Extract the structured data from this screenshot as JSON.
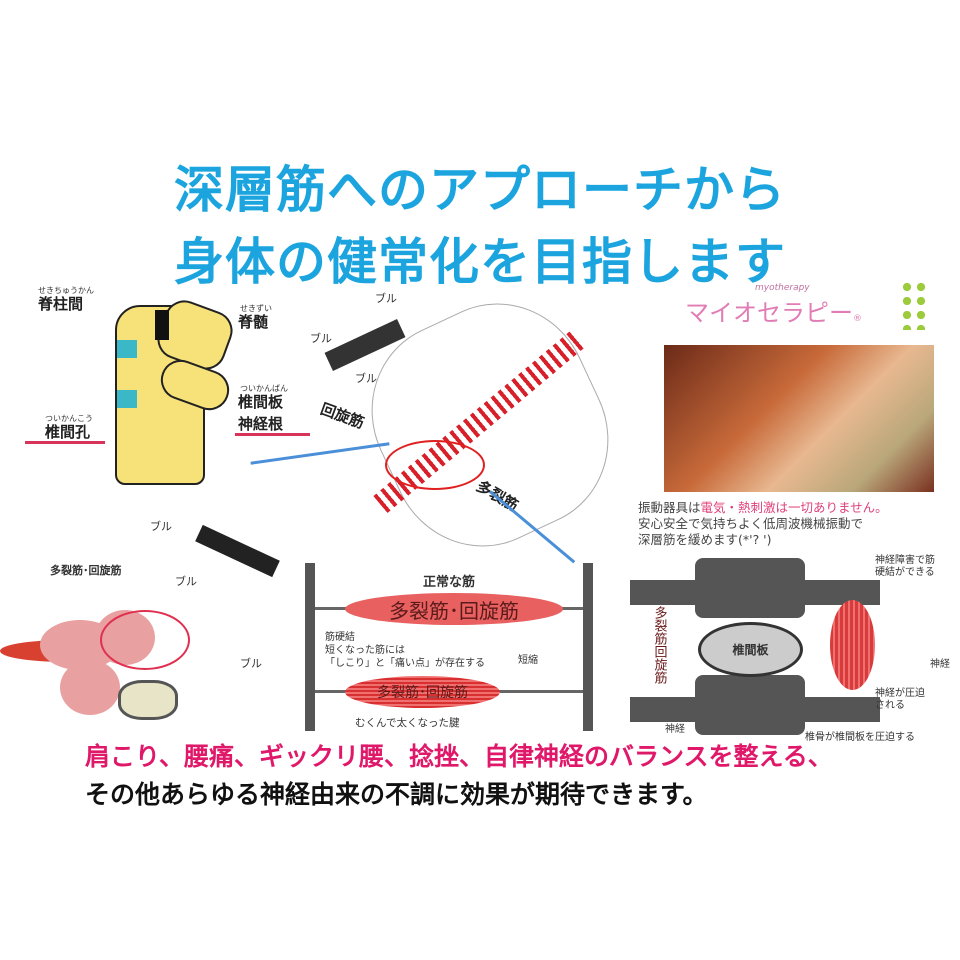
{
  "headline": {
    "line1": "深層筋へのアプローチから",
    "line2": "身体の健常化を目指します"
  },
  "spine": {
    "labels": [
      {
        "ruby": "せきちゅうかん",
        "text": "脊柱間"
      },
      {
        "ruby": "せきずい",
        "text": "脊髄"
      },
      {
        "ruby": "ついかんばん",
        "text": "椎間板"
      },
      {
        "ruby": "ついかんこう",
        "text": "椎間孔"
      },
      {
        "ruby": "",
        "text": "神経根"
      }
    ]
  },
  "center": {
    "vibration": "ブル",
    "rotator": "回旋筋",
    "multifidus": "多裂筋"
  },
  "brand": {
    "sub": "myotherapy",
    "name": "マイオセラピー",
    "mark": "®"
  },
  "notice": {
    "line1_a": "振動器具は",
    "line1_b": "電気・熱刺激は一切ありません。",
    "line2": "安心安全で気持ちよく低周波機械振動で",
    "line3": "深層筋を緩めます(*'? ')"
  },
  "lower_left": {
    "label": "多裂筋･回旋筋",
    "vibration": "ブル"
  },
  "muscle_diagram": {
    "title": "正常な筋",
    "normal": "多裂筋･回旋筋",
    "shortened": "多裂筋･回旋筋",
    "note1": "筋硬結",
    "note2": "短くなった筋には",
    "note3": "「しこり」と「痛い点」が存在する",
    "shortening": "短縮",
    "tendon": "むくんで太くなった腱"
  },
  "disc_diagram": {
    "disc": "椎間板",
    "muscle": "多裂筋回旋筋",
    "knot": "神経障害で筋硬結ができる",
    "nerve_right": "神経",
    "compressed": "神経が圧迫される",
    "nerve_left": "神経",
    "vertebra": "椎骨が椎間板を圧迫する"
  },
  "footer": {
    "line1": "肩こり、腰痛、ギックリ腰、捻挫、自律神経のバランスを整える、",
    "line2": "その他あらゆる神経由来の不調に効果が期待できます。"
  },
  "colors": {
    "title": "#1ca4df",
    "accent": "#e0186a",
    "brand": "#e27cb4"
  }
}
